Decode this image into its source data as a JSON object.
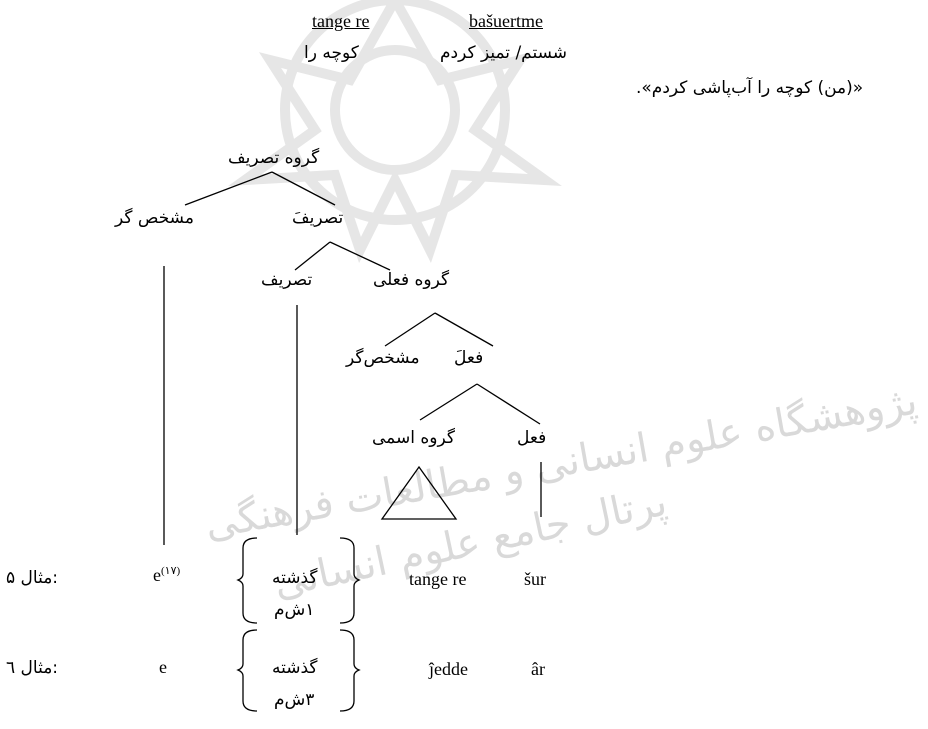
{
  "gloss": {
    "word1_latin": "tange re",
    "word1_persian": "کوچه را",
    "word2_latin": "bašuertme",
    "word2_persian": "شستم/ تمیز کردم",
    "translation": "«(من) کوچه را آب‌پاشی کردم»."
  },
  "tree": {
    "root": "گروه تصریف",
    "specifier": "مشخص گر",
    "infl_bar": "تصریفَ",
    "infl": "تصریف",
    "vp": "گروه فعلی",
    "vp_specifier": "مشخص‌گر",
    "v_bar": "فعلَ",
    "np": "گروه اسمی",
    "verb": "فعل"
  },
  "examples": [
    {
      "label": ":مثال ۵",
      "e": "e",
      "e_note": "(۱۷)",
      "tense": "گذشته",
      "person": "۱ش‌م",
      "object": "tange re",
      "verb": "šur"
    },
    {
      "label": ":مثال ٦",
      "e": "e",
      "tense": "گذشته",
      "person": "۳ش‌م",
      "object": "ĵedde",
      "verb": "âr"
    }
  ],
  "watermark": {
    "line1": "پژوهشگاه علوم انسانی و مطالعات فرهنگی",
    "line2": "پرتال جامع علوم انسانی"
  }
}
